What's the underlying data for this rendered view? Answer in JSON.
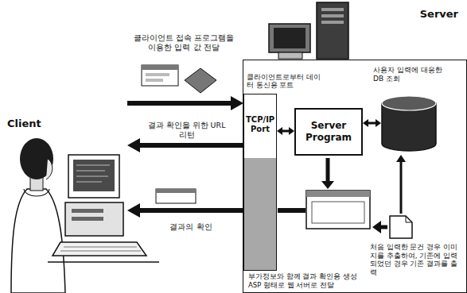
{
  "diagram": {
    "nodes": [
      {
        "text": [
          "Client"
        ]
      },
      {
        "text": [
          "Server"
        ]
      },
      {
        "text": [
          "클라이언트로부터 데이터 통신용 포트",
          "TCP/IP Port"
        ],
        "in": 1
      },
      {
        "text": [
          "Server Program"
        ],
        "in": 1
      },
      {
        "text": [
          "사용자 입력에 대응한 DB 조회"
        ],
        "in": 1
      }
    ],
    "edges": [
      {
        "from": 0,
        "to": 2,
        "label": "클라이언트 접속 프로그램을 이용한 입력 값 전달",
        "arrow": "to"
      },
      {
        "from": 2,
        "to": 0,
        "label": "결과 확인을 위한 URL 리턴",
        "arrow": "to"
      },
      {
        "from": 2,
        "to": 0,
        "label": "결과의 확인",
        "arrow": "to"
      },
      {
        "from": 2,
        "to": 3,
        "arrow": "both"
      },
      {
        "from": 3,
        "to": 4,
        "arrow": "both"
      }
    ],
    "labels": [
      "부가정보와 함께 결과 확인용 생성ASP 형태로 웹 서버로 전달",
      "처음 입력한 문건 경우 이미지를 추출하여, 기존에 입력되었던 경우 기존 결과를 출력"
    ]
  }
}
